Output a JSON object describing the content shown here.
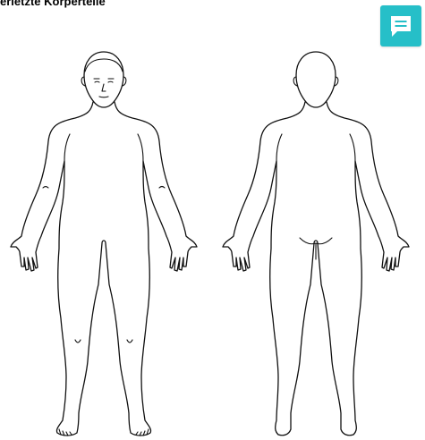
{
  "page": {
    "title": "erletzte Körperteile"
  },
  "toolbar": {
    "comment_button_icon": "comment-icon",
    "accent_color": "#26bfc8"
  },
  "figures": {
    "front": {
      "view": "front"
    },
    "back": {
      "view": "back"
    }
  }
}
